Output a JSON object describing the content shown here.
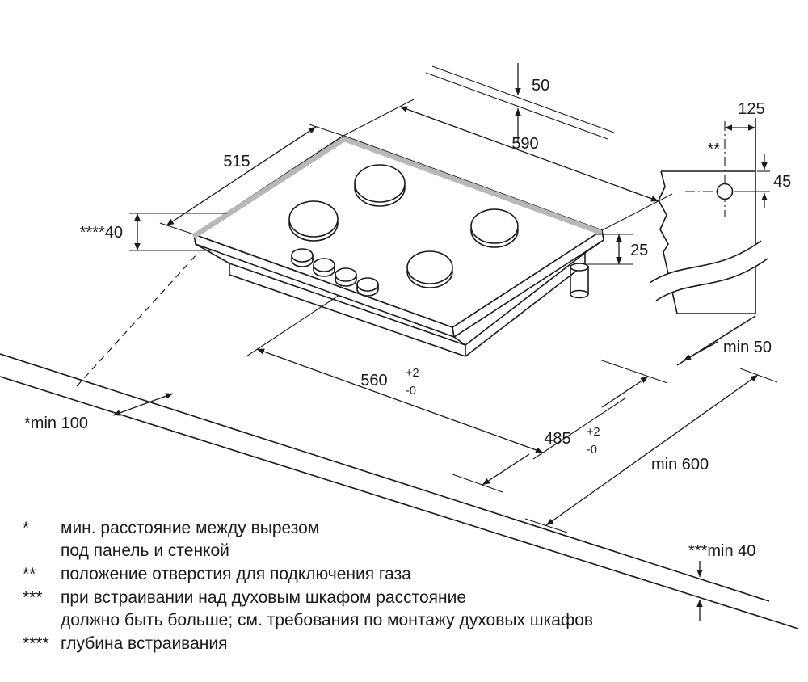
{
  "diagram": {
    "title": "gas-hob-built-in-installation-dimensions",
    "dims": {
      "d50": "50",
      "d590": "590",
      "d515": "515",
      "d40": "****40",
      "d25": "25",
      "d125": "125",
      "gas_hole_ref": "**",
      "d45": "45",
      "min50": "min 50",
      "d560": "560",
      "d560_tol_plus": "+2",
      "d560_tol_minus": "-0",
      "d485": "485",
      "d485_tol_plus": "+2",
      "d485_tol_minus": "-0",
      "min100": "*min 100",
      "min600": "min 600",
      "min40": "***min 40"
    },
    "footnotes": [
      {
        "marker": "*",
        "lines": [
          "мин. расстояние между вырезом",
          "под панель и стенкой"
        ]
      },
      {
        "marker": "**",
        "lines": [
          "положение отверстия для подключения газа"
        ]
      },
      {
        "marker": "***",
        "lines": [
          "при встраивании над духовым шкафом расстояние",
          "должно быть больше; см. требования по монтажу духовых шкафов"
        ]
      },
      {
        "marker": "****",
        "lines": [
          "глубина встраивания"
        ]
      }
    ]
  }
}
